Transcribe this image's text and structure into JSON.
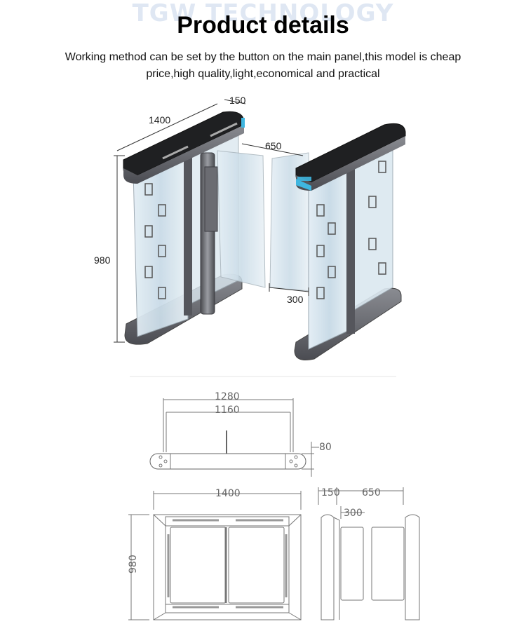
{
  "watermark": "TGW TECHNOLOGY",
  "title": "Product details",
  "description": "Working method can be set by the button on the main panel,this model is cheap price,high quality,light,economical and practical",
  "render_dims": {
    "length": "1400",
    "width": "150",
    "gap": "650",
    "height": "980",
    "door": "300"
  },
  "top_view_dims": {
    "outer": "1280",
    "inner": "1160",
    "thickness": "80"
  },
  "side_view_dims": {
    "length": "1400",
    "height": "980",
    "width": "150",
    "gap": "650",
    "door": "300"
  },
  "colors": {
    "cabinet": "#5f6066",
    "top_cover": "#1f2022",
    "led": "#3fb6e0",
    "glass": "#cfe2ee",
    "line": "#777777"
  }
}
